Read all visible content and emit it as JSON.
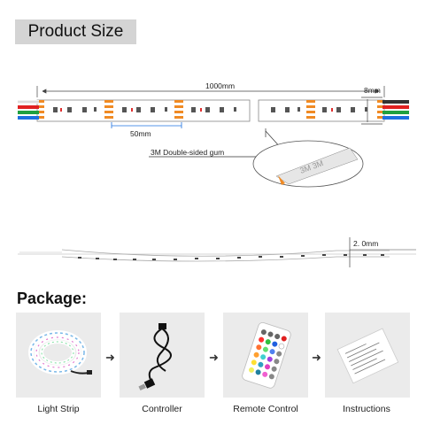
{
  "header": {
    "title": "Product Size"
  },
  "dimensions": {
    "length": "1000mm",
    "width": "8mm",
    "segment": "50mm",
    "gum_label": "3M Double-sided gum",
    "thickness": "2. 0mm",
    "tape_text": "3M 3M"
  },
  "package": {
    "title": "Package:",
    "items": [
      {
        "label": "Light Strip"
      },
      {
        "label": "Controller"
      },
      {
        "label": "Remote Control"
      },
      {
        "label": "Instructions"
      }
    ]
  },
  "colors": {
    "wire_white": "#f2f2f2",
    "wire_red": "#e02020",
    "wire_green": "#20a040",
    "wire_blue": "#1e70e0",
    "accent_orange": "#f08a24",
    "title_bg": "#d4d4d4"
  }
}
